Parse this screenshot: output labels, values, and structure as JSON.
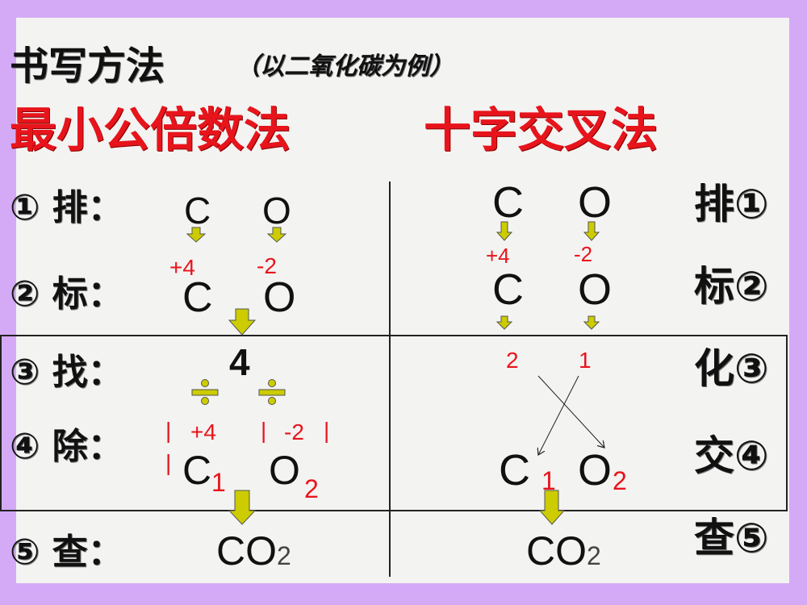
{
  "title": {
    "main": "书写方法",
    "sub": "（以二氧化碳为例）"
  },
  "methods": {
    "left": "最小公倍数法",
    "right": "十字交叉法"
  },
  "left_steps": [
    "① 排：",
    "② 标：",
    "③ 找：",
    "④ 除：",
    "⑤ 查："
  ],
  "right_steps": [
    "排①",
    "标②",
    "化③",
    "交④",
    "查⑤"
  ],
  "left": {
    "row1": {
      "c": "C",
      "o": "O"
    },
    "charges": {
      "c": "+4",
      "o": "-2"
    },
    "row2": {
      "c": "C",
      "o": "O"
    },
    "lcm": "4",
    "abs": {
      "bar": "|",
      "c": "+4",
      "o": "-2"
    },
    "row4": {
      "c": "C",
      "c_sub": "1",
      "o": "O",
      "o_sub": "2"
    },
    "result": {
      "formula": "CO",
      "sub": "2"
    }
  },
  "right": {
    "row1": {
      "c": "C",
      "o": "O"
    },
    "charges": {
      "c": "+4",
      "o": "-2"
    },
    "row2": {
      "c": "C",
      "o": "O"
    },
    "simplified": {
      "c": "2",
      "o": "1"
    },
    "row4": {
      "c": "C",
      "c_sub": "1",
      "o": "O",
      "o_sub": "2"
    },
    "result": {
      "formula": "CO",
      "sub": "2"
    }
  },
  "colors": {
    "accent_red": "#e8141c",
    "arrow_yellow": "#cccc00",
    "frame_purple": "#d4aaf6"
  }
}
